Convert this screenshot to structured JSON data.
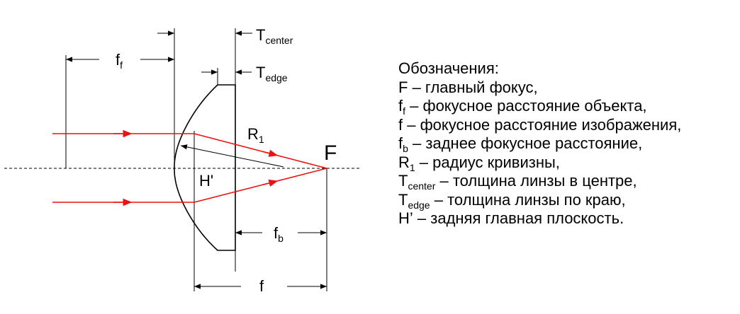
{
  "diagram": {
    "labels": {
      "t_center": {
        "main": "T",
        "sub": "center"
      },
      "t_edge": {
        "main": "T",
        "sub": "edge"
      },
      "f_f": {
        "main": "f",
        "sub": "f"
      },
      "r1": {
        "main": "R",
        "sub": "1"
      },
      "focus": "F",
      "h_prime": "H'",
      "f_b": {
        "main": "f",
        "sub": "b"
      },
      "f": "f"
    },
    "colors": {
      "ray": "#ee1111",
      "line": "#000000"
    }
  },
  "legend": {
    "title": "Обозначения:",
    "items": [
      {
        "sym": "F",
        "sub": "",
        "text": " – главный фокус,"
      },
      {
        "sym": "f",
        "sub": "f",
        "text": " – фокусное расстояние объекта,"
      },
      {
        "sym": "f",
        "sub": "",
        "text": " – фокусное расстояние изображения,"
      },
      {
        "sym": "f",
        "sub": "b",
        "text": " – заднее фокусное расстояние,"
      },
      {
        "sym": "R",
        "sub": "1",
        "text": " – радиус кривизны,"
      },
      {
        "sym": "T",
        "sub": "center",
        "text": " – толщина линзы в центре,"
      },
      {
        "sym": "T",
        "sub": "edge",
        "text": " – толщина линзы по краю,"
      },
      {
        "sym": "H’",
        "sub": "",
        "text": " – задняя главная плоскость."
      }
    ]
  }
}
